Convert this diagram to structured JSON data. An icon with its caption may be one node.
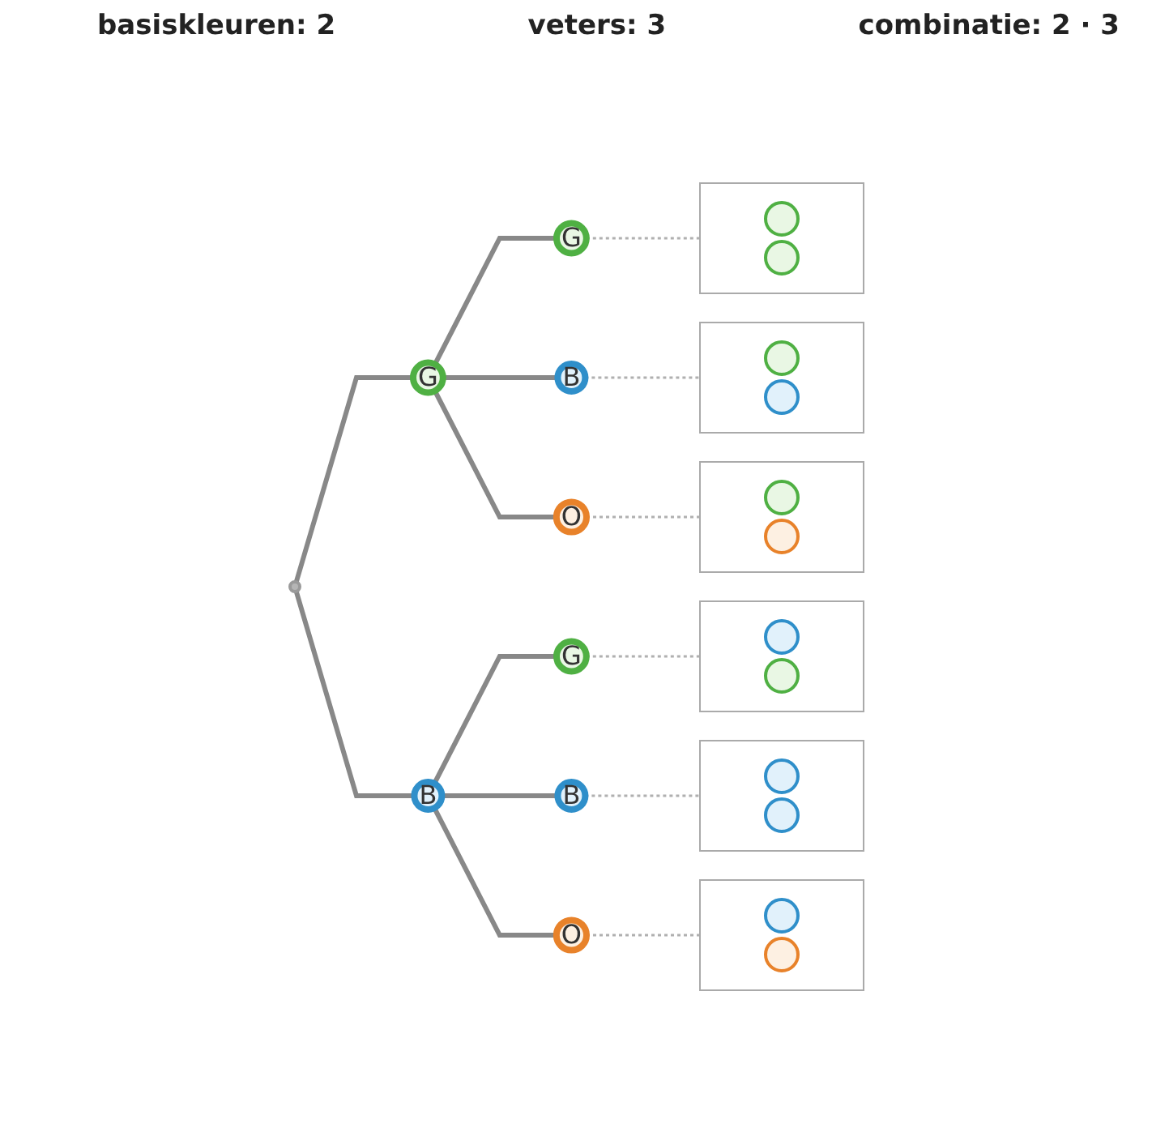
{
  "diagram": {
    "nodes": [
      {
        "text": [],
        "shape": "circle"
      },
      {
        "text": [
          "G"
        ]
      },
      {
        "text": [
          "G"
        ]
      },
      {
        "text": [],
        "shape": "box"
      },
      {
        "text": [],
        "shape": "circle",
        "in": 3
      },
      {
        "text": [],
        "shape": "circle",
        "in": 3
      },
      {
        "text": [
          "B"
        ]
      },
      {
        "text": [],
        "shape": "box"
      },
      {
        "text": [],
        "shape": "circle",
        "in": 7
      },
      {
        "text": [],
        "shape": "circle",
        "in": 7
      },
      {
        "text": [
          "O"
        ]
      },
      {
        "text": [],
        "shape": "box"
      },
      {
        "text": [],
        "shape": "circle",
        "in": 11
      },
      {
        "text": [],
        "shape": "circle",
        "in": 11
      },
      {
        "text": [
          "B"
        ]
      },
      {
        "text": [
          "G"
        ]
      },
      {
        "text": [],
        "shape": "box"
      },
      {
        "text": [],
        "shape": "circle",
        "in": 16
      },
      {
        "text": [],
        "shape": "circle",
        "in": 16
      },
      {
        "text": [
          "B"
        ]
      },
      {
        "text": [],
        "shape": "box"
      },
      {
        "text": [],
        "shape": "circle",
        "in": 20
      },
      {
        "text": [],
        "shape": "circle",
        "in": 20
      },
      {
        "text": [
          "O"
        ]
      },
      {
        "text": [],
        "shape": "box"
      },
      {
        "text": [],
        "shape": "circle",
        "in": 24
      },
      {
        "text": [],
        "shape": "circle",
        "in": 24
      }
    ],
    "edges": [
      {
        "from": 0,
        "to": 1,
        "arrow": "none"
      },
      {
        "from": 0,
        "to": 14,
        "arrow": "none"
      },
      {
        "from": 1,
        "to": 2,
        "arrow": "none"
      },
      {
        "from": 1,
        "to": 6,
        "arrow": "none"
      },
      {
        "from": 1,
        "to": 10,
        "arrow": "none"
      },
      {
        "from": 14,
        "to": 15,
        "arrow": "none"
      },
      {
        "from": 14,
        "to": 19,
        "arrow": "none"
      },
      {
        "from": 14,
        "to": 23,
        "arrow": "none"
      },
      {
        "from": 2,
        "to": 3,
        "arrow": "none",
        "style": "dashed",
        "color": "#b0b0b0"
      },
      {
        "from": 6,
        "to": 7,
        "arrow": "none",
        "style": "dashed",
        "color": "#b0b0b0"
      },
      {
        "from": 10,
        "to": 11,
        "arrow": "none",
        "style": "dashed",
        "color": "#b0b0b0"
      },
      {
        "from": 15,
        "to": 16,
        "arrow": "none",
        "style": "dashed",
        "color": "#b0b0b0"
      },
      {
        "from": 19,
        "to": 20,
        "arrow": "none",
        "style": "dashed",
        "color": "#b0b0b0"
      },
      {
        "from": 23,
        "to": 24,
        "arrow": "none",
        "style": "dashed",
        "color": "#b0b0b0"
      }
    ],
    "labels": [
      "basiskleuren: 2",
      "veters: 3",
      "combinatie: 2 · 3"
    ]
  }
}
